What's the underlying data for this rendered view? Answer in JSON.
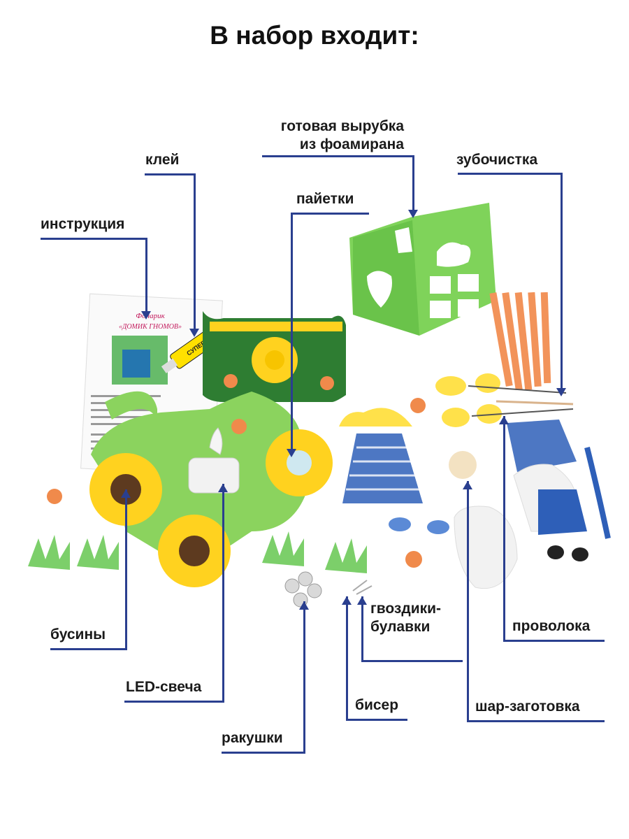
{
  "title": "В набор входит:",
  "labels": {
    "ready_cut": [
      "готовая вырубка",
      "из фоамирана"
    ],
    "toothpick": "зубочистка",
    "glue": "клей",
    "sequins": "пайетки",
    "instruction": "инструкция",
    "beads_big": "бусины",
    "led_candle": "LED-свеча",
    "shells": "ракушки",
    "seed_beads": "бисер",
    "pins": [
      "гвоздики-",
      "булавки"
    ],
    "wire": "проволока",
    "ball_blank": "шар-заготовка"
  },
  "instruction_sheet": {
    "heading": "Фонарик",
    "subheading": "«ДОМИК ГНОМОВ»"
  },
  "glue_tube_text": "СУПЕРКЛЕЙ",
  "colors": {
    "accent_line": "#2a3f8f",
    "foam_green": "#7fd35a",
    "foam_dark_green": "#2e7d32",
    "foam_yellow": "#ffd21f",
    "foam_orange": "#f08a4b",
    "foam_blue": "#2e5fb8"
  }
}
